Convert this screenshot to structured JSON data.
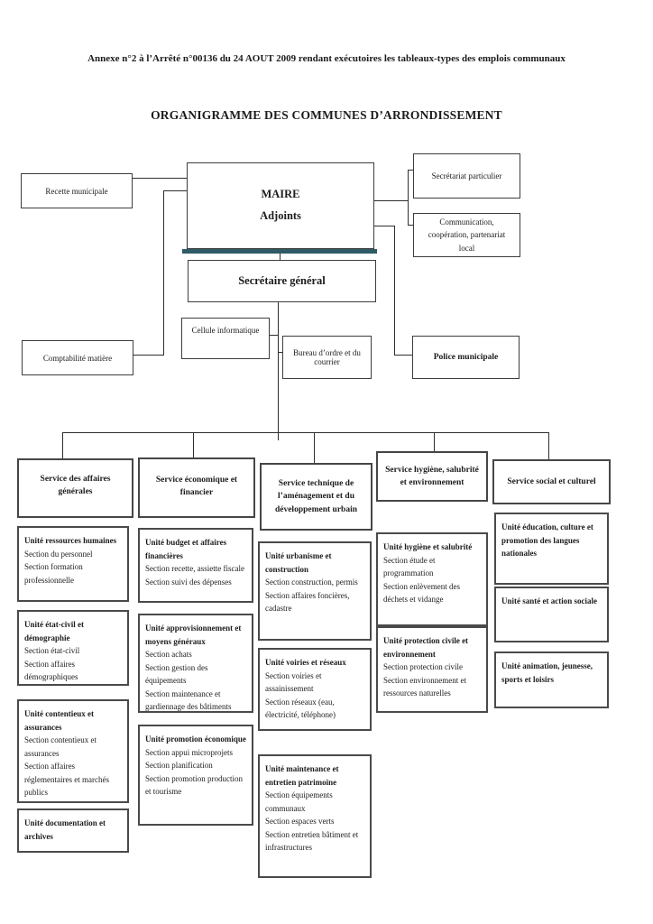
{
  "header": {
    "annexe": "Annexe n°2 à l’Arrêté n°00136 du 24 AOUT 2009 rendant exécutoires les tableaux-types des emplois communaux",
    "title": "ORGANIGRAMME DES COMMUNES D’ARRONDISSEMENT"
  },
  "direction": {
    "recette": "Recette municipale",
    "maire": "MAIRE",
    "adjoints": "Adjoints",
    "secretariat_particulier": "Secrétariat particulier",
    "communication": "Communication, coopération, partenariat local",
    "secretaire_general": "Secrétaire général",
    "cellule_informatique": "Cellule informatique",
    "bureau_ordre": "Bureau d’ordre et du courrier",
    "police_municipale": "Police municipale",
    "comptabilite_matiere": "Comptabilité matière"
  },
  "colors": {
    "maire_accent_bar": "#2e5b66",
    "line": "#2e2e2e",
    "box_border": "#4a4a4a",
    "background": "#ffffff"
  },
  "columns": [
    {
      "service": "Service des affaires générales",
      "units": [
        {
          "title": "Unité ressources humaines",
          "sections": [
            "Section du personnel",
            "Section formation professionnelle"
          ]
        },
        {
          "title": "Unité état-civil et démographie",
          "sections": [
            "Section état-civil",
            "Section affaires démographiques"
          ]
        },
        {
          "title": "Unité contentieux et assurances",
          "sections": [
            "Section contentieux et assurances",
            "Section affaires réglementaires et marchés publics"
          ]
        },
        {
          "title": "Unité documentation et archives",
          "sections": []
        }
      ]
    },
    {
      "service": "Service économique et financier",
      "units": [
        {
          "title": "Unité budget et affaires financières",
          "sections": [
            "Section recette, assiette fiscale",
            "Section suivi des dépenses"
          ]
        },
        {
          "title": "Unité approvisionnement et moyens généraux",
          "sections": [
            "Section achats",
            "Section gestion des équipements",
            "Section maintenance et gardiennage des bâtiments"
          ]
        },
        {
          "title": "Unité promotion économique",
          "sections": [
            "Section appui microprojets",
            "Section planification",
            "Section promotion production et tourisme"
          ]
        }
      ]
    },
    {
      "service": "Service technique de l’aménagement et du développement urbain",
      "units": [
        {
          "title": "Unité urbanisme et construction",
          "sections": [
            "Section construction, permis",
            "Section affaires foncières, cadastre"
          ]
        },
        {
          "title": "Unité voiries et réseaux",
          "sections": [
            "Section voiries et assainissement",
            "Section réseaux (eau, électricité, téléphone)"
          ]
        },
        {
          "title": "Unité maintenance et entretien patrimoine",
          "sections": [
            "Section équipements communaux",
            "Section espaces verts",
            "Section entretien bâtiment et infrastructures"
          ]
        }
      ]
    },
    {
      "service": "Service hygiène, salubrité et environnement",
      "units": [
        {
          "title": "Unité hygiène et salubrité",
          "sections": [
            "Section étude et programmation",
            "Section enlèvement des déchets et vidange"
          ]
        },
        {
          "title": "Unité protection civile et environnement",
          "sections": [
            "Section protection civile",
            "Section environnement et ressources naturelles"
          ]
        }
      ]
    },
    {
      "service": "Service social et culturel",
      "units": [
        {
          "title": "Unité éducation, culture et promotion des langues nationales",
          "sections": []
        },
        {
          "title": "Unité santé et action sociale",
          "sections": []
        },
        {
          "title": "Unité animation, jeunesse, sports et loisirs",
          "sections": []
        }
      ]
    }
  ]
}
